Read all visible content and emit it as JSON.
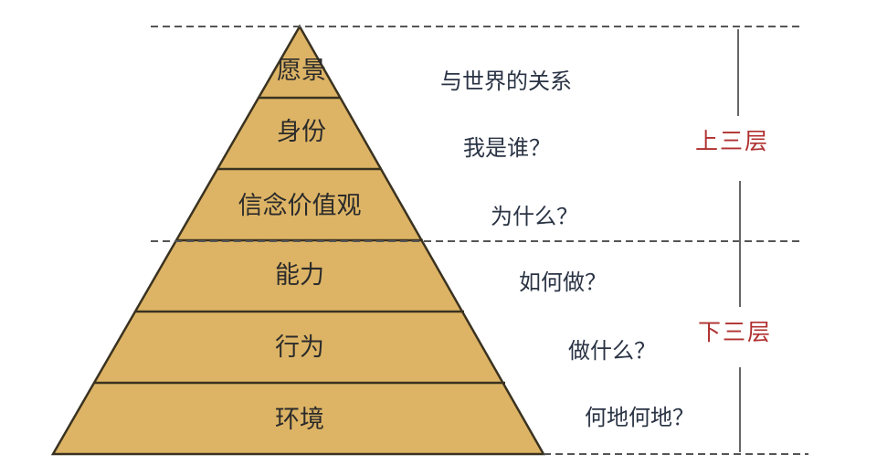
{
  "diagram": {
    "title": "",
    "colors": {
      "pyramid_fill": "#DDB465",
      "pyramid_stroke": "#3a3220",
      "dashed_line": "#555555",
      "question_text": "#2a3344",
      "group_label": "#b03030"
    },
    "layers": [
      {
        "label": "愿景",
        "question": "与世界的关系"
      },
      {
        "label": "身份",
        "question": "我是谁？"
      },
      {
        "label": "信念价值观",
        "question": "为什么？"
      },
      {
        "label": "能力",
        "question": "如何做？"
      },
      {
        "label": "行为",
        "question": "做什么？"
      },
      {
        "label": "环境",
        "question": "何地何地？"
      }
    ],
    "groups": [
      {
        "label": "上三层",
        "layers": [
          "愿景",
          "身份",
          "信念价值观"
        ]
      },
      {
        "label": "下三层",
        "layers": [
          "能力",
          "行为",
          "环境"
        ]
      }
    ]
  }
}
